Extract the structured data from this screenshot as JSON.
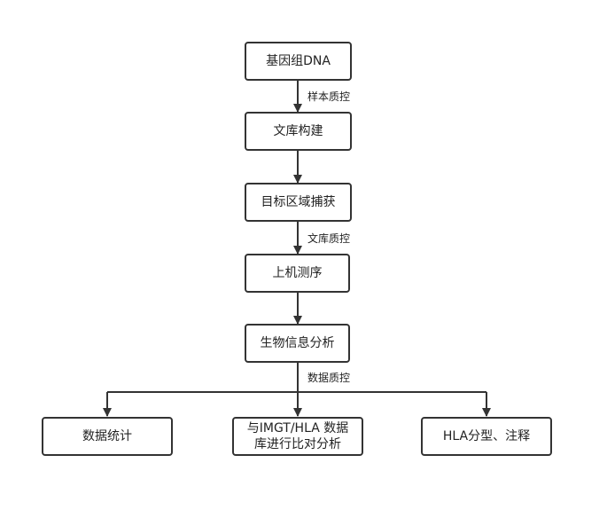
{
  "nodes": {
    "genomic_dna": "基因组DNA",
    "library_construction": "文库构建",
    "target_capture": "目标区域捕获",
    "sequencing": "上机测序",
    "bioinformatics": "生物信息分析",
    "data_statistics": "数据统计",
    "imgt_compare_line1": "与IMGT/HLA 数据",
    "imgt_compare_line2": "库进行比对分析",
    "hla_typing": "HLA分型、注释"
  },
  "edge_labels": {
    "sample_qc": "样本质控",
    "library_qc": "文库质控",
    "data_qc": "数据质控"
  }
}
